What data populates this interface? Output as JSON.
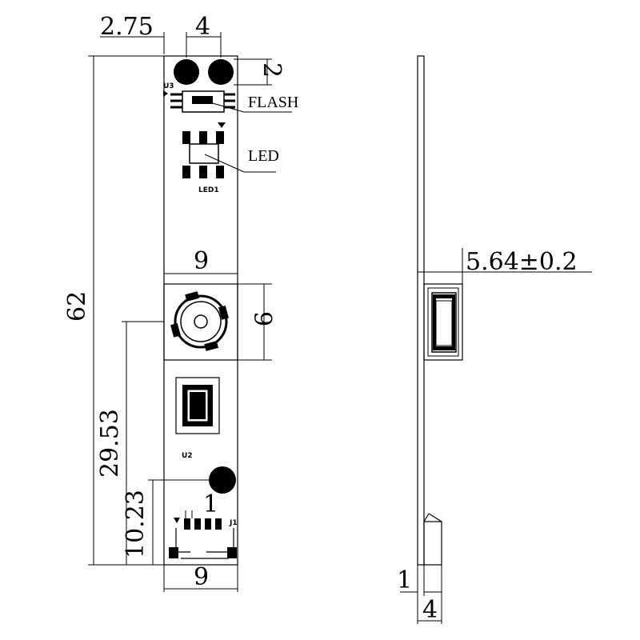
{
  "dimensions": {
    "hole_offset": "2.75",
    "hole_spacing": "4",
    "hole_diameter": "2",
    "total_length": "62",
    "lens_width": "9",
    "lens_height": "9",
    "lens_position": "29.53",
    "mount_hole_position": "10.23",
    "connector_pin": "1",
    "bottom_width": "9",
    "lens_thickness": "5.64±0.2",
    "board_thickness": "1",
    "connector_depth": "4"
  },
  "labels": {
    "flash": "FLASH",
    "led": "LED",
    "u3": "U3",
    "led1": "LED1",
    "u2": "U2",
    "j1": "J1"
  }
}
